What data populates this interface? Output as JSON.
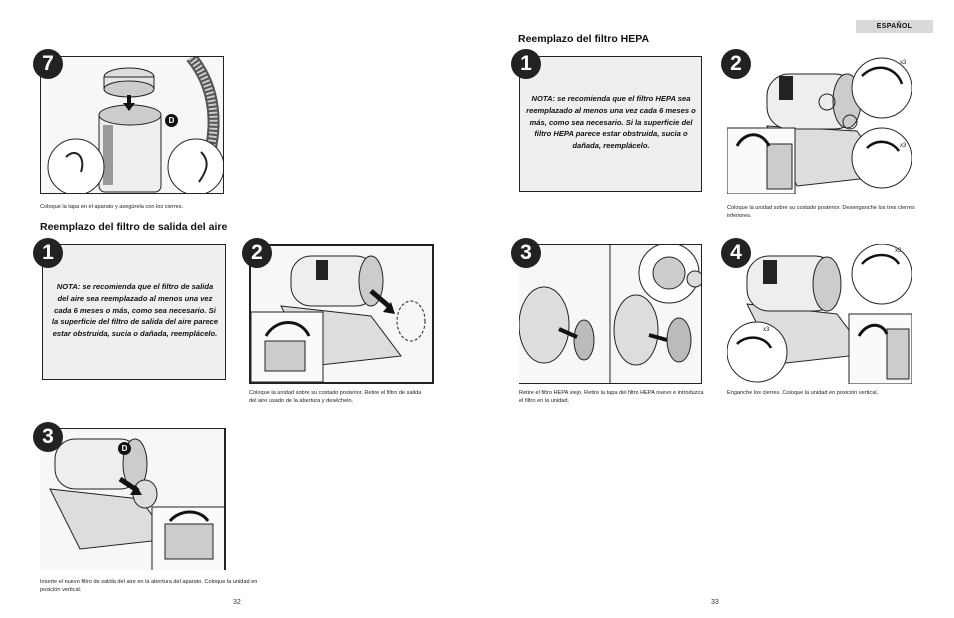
{
  "language_tab": "ESPAÑOL",
  "left_page": {
    "step7": {
      "number": "7",
      "badge": "D",
      "caption": "Coloque la tapa en el aparato y asegúrela con los cierres."
    },
    "section_title": "Reemplazo del filtro de salida del aire",
    "step1": {
      "number": "1",
      "note": "NOTA: se recomienda que el filtro de salida del aire sea reemplazado al menos una vez cada 6 meses o más, como sea necesario.  Si la superficie del filtro de salida del aire parece estar obstruida, sucia o dañada, reemplácelo."
    },
    "step2": {
      "number": "2",
      "caption": "Coloque la unidad sobre su costado posterior. Retire el filtro de salida del aire usado de la abertura y deséchelo."
    },
    "step3": {
      "number": "3",
      "badge": "D",
      "caption": "Inserte el nuevo filtro de salida del aire en la abertura del aparato. Coloque la unidad en posición vertical."
    },
    "page_number": "32"
  },
  "right_page": {
    "section_title": "Reemplazo del filtro HEPA",
    "step1": {
      "number": "1",
      "note": "NOTA: se recomienda que el filtro HEPA sea reemplazado al menos una vez cada 6 meses o más, como sea necesario.  Si la superficie del filtro HEPA parece estar obstruida, sucia o dañada, reemplácelo."
    },
    "step2": {
      "number": "2",
      "multiplier_a": "x3",
      "multiplier_b": "x3",
      "caption": "Coloque la unidad sobre su costado posterior. Desenganche los tres cierres inferiores."
    },
    "step3": {
      "number": "3",
      "caption": "Retire el filtro HEPA viejo. Retire la tapa del filtro HEPA nuevo e introduzca el filtro en la unidad."
    },
    "step4": {
      "number": "4",
      "multiplier_a": "x3",
      "multiplier_b": "x3",
      "caption": "Enganche los cierres. Coloque la unidad en posición vertical."
    },
    "page_number": "33"
  }
}
